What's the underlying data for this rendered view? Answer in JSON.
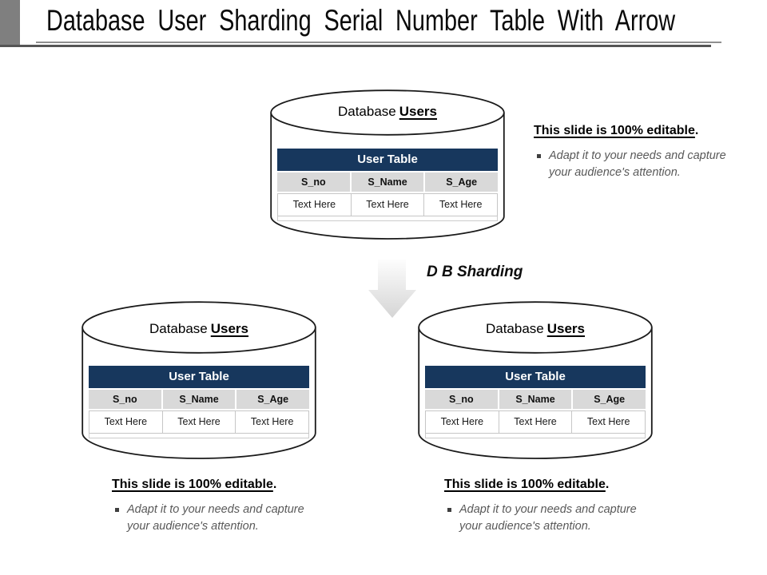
{
  "slide": {
    "title": "Database User Sharding Serial Number Table With Arrow"
  },
  "arrow": {
    "label": "D B Sharding",
    "direction": "down"
  },
  "databases": [
    {
      "label_prefix": "Database",
      "label_emph": "Users",
      "table": {
        "title": "User Table",
        "columns": [
          "S_no",
          "S_Name",
          "S_Age"
        ],
        "row": [
          "Text Here",
          "Text Here",
          "Text Here"
        ]
      }
    },
    {
      "label_prefix": "Database",
      "label_emph": "Users",
      "table": {
        "title": "User Table",
        "columns": [
          "S_no",
          "S_Name",
          "S_Age"
        ],
        "row": [
          "Text Here",
          "Text Here",
          "Text Here"
        ]
      }
    },
    {
      "label_prefix": "Database",
      "label_emph": "Users",
      "table": {
        "title": "User Table",
        "columns": [
          "S_no",
          "S_Name",
          "S_Age"
        ],
        "row": [
          "Text Here",
          "Text Here",
          "Text Here"
        ]
      }
    }
  ],
  "notes": [
    {
      "heading": "This slide is 100% editable",
      "period": ".",
      "bullet": "Adapt it to your needs and capture your audience's attention."
    },
    {
      "heading": "This slide is 100% editable",
      "period": ".",
      "bullet": "Adapt it to your needs and capture your audience's attention."
    },
    {
      "heading": "This slide is 100% editable",
      "period": ".",
      "bullet": "Adapt it to your needs and capture your audience's attention."
    }
  ],
  "colors": {
    "table_header_navy": "#17375D",
    "column_header_gray": "#D9D9D9",
    "note_text_gray": "#595959",
    "title_rule_dark": "#555555",
    "corner_block_gray": "#7F7F7F"
  }
}
